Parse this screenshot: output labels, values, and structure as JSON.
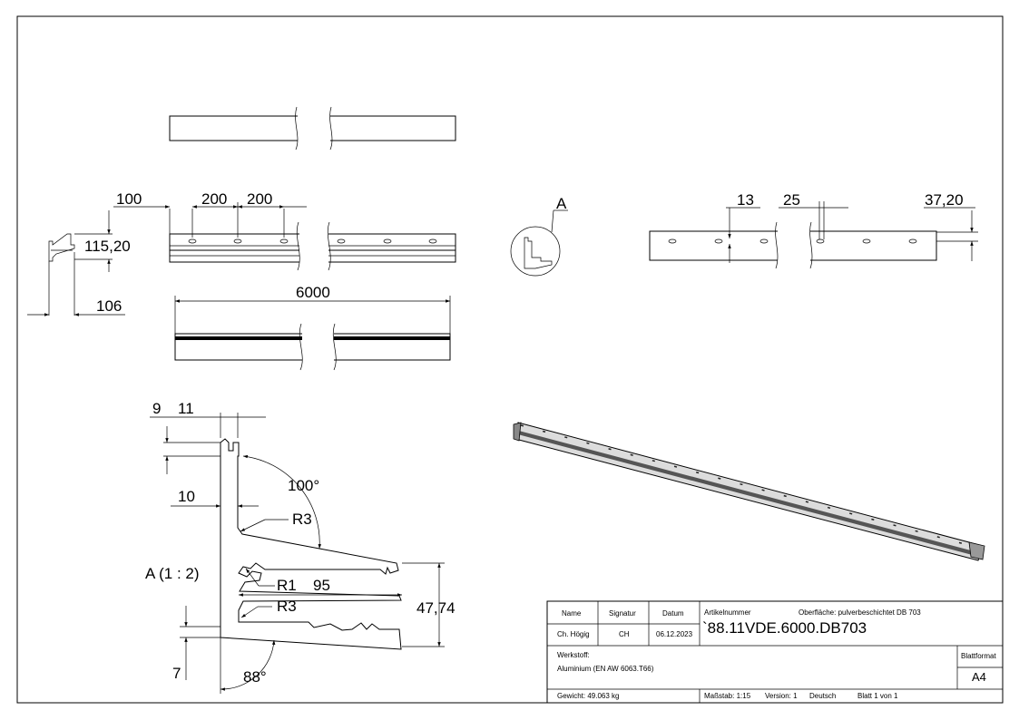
{
  "dimensions": {
    "d100": "100",
    "d200a": "200",
    "d200b": "200",
    "d115": "115,20",
    "d106": "106",
    "d6000": "6000",
    "d13": "13",
    "d25": "25",
    "d3720": "37,20",
    "d9": "9",
    "d11": "11",
    "d10": "10",
    "d100deg": "100°",
    "dR3a": "R3",
    "dR1": "R1",
    "d95": "95",
    "dR3b": "R3",
    "d4774": "47,74",
    "d7": "7",
    "d88deg": "88°"
  },
  "labels": {
    "detail_marker": "A",
    "detail_title": "A (1 : 2)"
  },
  "title_block": {
    "name_header": "Name",
    "signature_header": "Signatur",
    "date_header": "Datum",
    "name_value": "Ch. Högig",
    "signature_value": "CH",
    "date_value": "06.12.2023",
    "article_label": "Artikelnummer",
    "surface_label": "Oberfläche:  pulverbeschichtet DB 703",
    "article_number": "`88.11VDE.6000.DB703",
    "material_label": "Werkstoff:",
    "material_value": "Aluminium (EN AW 6063.T66)",
    "sheet_format_label": "Blattformat",
    "sheet_format_value": "A4",
    "weight": "Gewicht: 49.063 kg",
    "scale": "Maßstab: 1:15",
    "version": "Version: 1",
    "language": "Deutsch",
    "sheet": "Blatt 1 von 1"
  }
}
